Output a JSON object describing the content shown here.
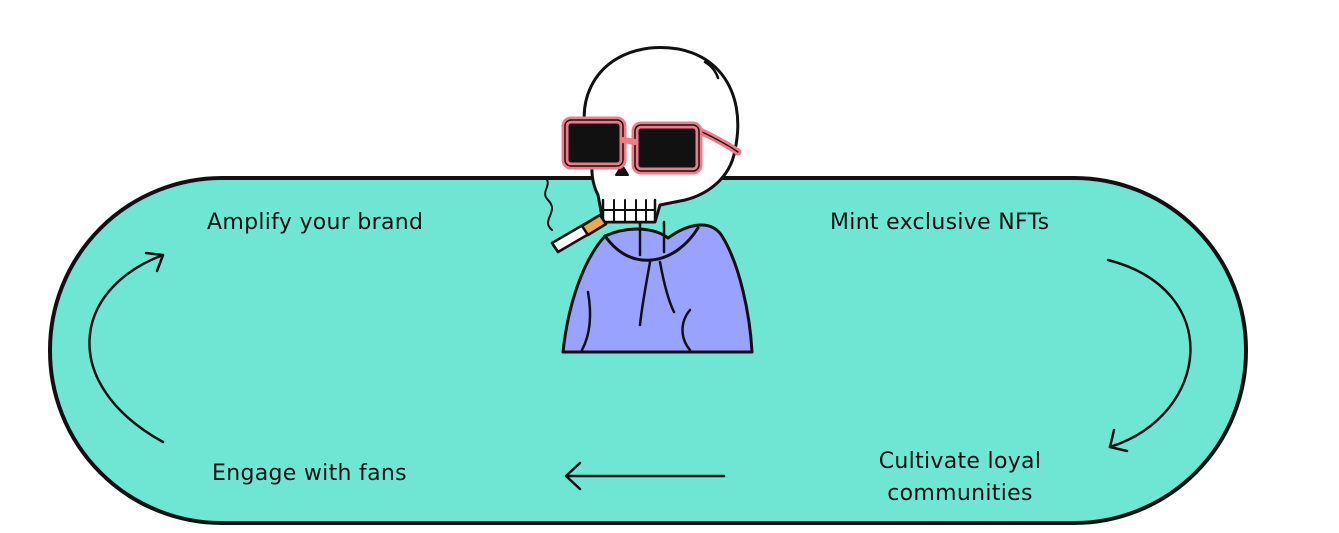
{
  "steps": {
    "amplify": "Amplify your brand",
    "mint": "Mint exclusive NFTs",
    "cultivate_line1": "Cultivate loyal",
    "cultivate_line2": "communities",
    "engage": "Engage with fans"
  },
  "colors": {
    "pill_fill": "#6fe6d3",
    "outline": "#111111",
    "hoodie": "#9aa2ff",
    "glasses_frame": "#f07a86",
    "skull": "#ffffff",
    "cigarette_tip": "#f4a64a"
  },
  "icons": {
    "mascot": "skeleton-with-sunglasses-icon",
    "arrows": "curved-arrow-icon"
  }
}
